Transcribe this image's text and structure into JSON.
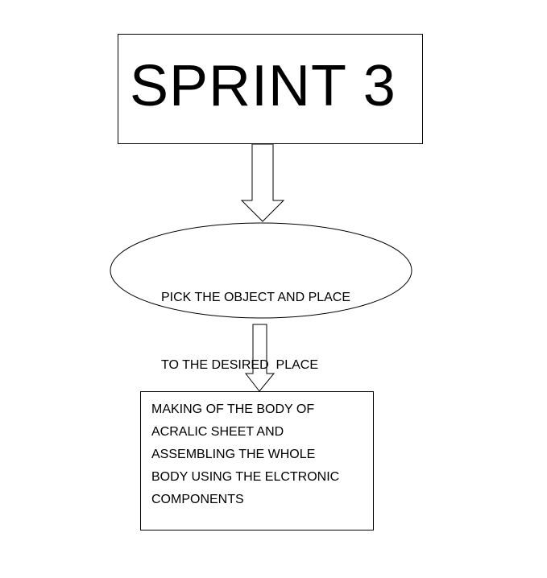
{
  "diagram": {
    "title": "SPRINT 3",
    "step1_lines": [
      "PICK THE OBJECT AND PLACE",
      "TO THE DESIRED  PLACE"
    ],
    "step2_lines": [
      "MAKING OF THE BODY OF",
      "ACRALIC SHEET AND",
      "ASSEMBLING THE WHOLE",
      "BODY USING THE ELCTRONIC",
      "COMPONENTS"
    ],
    "colors": {
      "stroke": "#000000",
      "fill": "#ffffff",
      "text": "#000000"
    }
  }
}
